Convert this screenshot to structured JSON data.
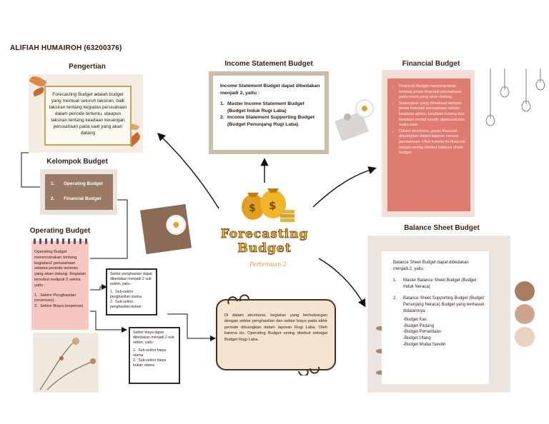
{
  "author": "ALIFIAH HUMAIROH (63200376)",
  "center": {
    "title_line1": "Forecasting",
    "title_line2": "Budget",
    "subtitle": "Pertemuan 2"
  },
  "pengertian": {
    "title": "Pengertian",
    "text": "Forecasting Budget adalah budget yang memuat seluruh taksiran, baik taksiran tentang kegiatan perusahaan dalam periode tertentu, ataupun taksiran tentang keadaan keuangan perusahaan pada saat yang akan datang"
  },
  "kelompok": {
    "title": "Kelompok Budget",
    "items": [
      {
        "num": "1.",
        "label": "Operating Budget"
      },
      {
        "num": "2.",
        "label": "Financial Budget"
      }
    ]
  },
  "operating": {
    "title": "Operating Budget",
    "intro": "Operating Budget merencanakan tentang kegiatan2 perusahaan selama periode tertentu yang akan datang. Kegiatan tersebut meliputi 2 sektor, yaitu :",
    "items": [
      "Sektor Penghasilan (revenues)",
      "Sektor Biaya (expense)"
    ]
  },
  "sektor_penghasilan": {
    "intro": "Sektor penghasilan dapat dibedakan menjadi 2 sub sektor, yaitu :",
    "items": [
      "Sub-sektor penghasilan utama",
      "Sub-sektor penghasilan bukan"
    ]
  },
  "sektor_biaya": {
    "intro": "Sektor biaya dapat dibedakan menjadi 2 sub sektor, yaitu:",
    "items": [
      "Sub-sektor biaya utama",
      "Sub-sektor biaya bukan utama"
    ]
  },
  "income": {
    "title": "Income Statement Budget",
    "intro": "Income Statement Budget dapat dibedakan menjadi 2, yaitu :",
    "items": [
      "Master Income Statement Budget (Budget Induk Rugi Laba)",
      "Income Statement Supporting Budget (Budget Penunjang Rugi Laba)"
    ]
  },
  "financial": {
    "title": "Financial Budget",
    "items": [
      "Financial Budget merencanakan tentang posisi finansial perusahaan pada masa yang akan datang.",
      "Sedangkan yang dimaksud dengan posisi finansial perusahaan adalah keadaan aktiva, keadaan hutang dan keadaan modal sendiri diperusahaan suatu saat.",
      "Dalam akuntansi, posisi finansial dituangkan dalam laporan neraca perusahaan. Oleh karena itu financial budget sering disebut balance sheet budget."
    ]
  },
  "balance": {
    "title": "Balance Sheet Budget",
    "intro": "Balance Sheet Budget dapat dibedakan menjadi 2, yaitu :",
    "item1": "Master Balance Sheet Budget (Budget Induk Neraca)",
    "item2": "Balance Sheet Supporting Budget (Budget Penunjang Neraca) Budget yang termasuk didalamnya :",
    "subitems": [
      "-Budget Kas",
      "-Budget Piutang",
      "-Budget Persediaan",
      "-Budget Utang",
      "-Budget Modal Sendiri"
    ]
  },
  "scroll_text": "Di dalam akuntansi, kegiatan yang berhubungan dengan sektor penghasilan dan sektor biaya pada akhir periode dituangkan dalam laporan Rugi Laba. Oleh karena itu, Operating Budget sering disebut sebagai Budget Rugi Laba.",
  "palette": [
    "#a77c5f",
    "#c9a68c",
    "#e8d2c0"
  ]
}
